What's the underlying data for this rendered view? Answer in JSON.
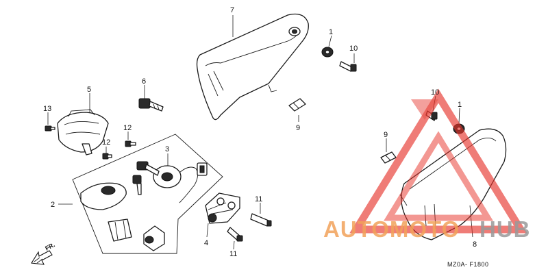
{
  "callouts": {
    "c1a": "1",
    "c1b": "1",
    "c2": "2",
    "c3": "3",
    "c4": "4",
    "c5": "5",
    "c6": "6",
    "c7": "7",
    "c8": "8",
    "c9a": "9",
    "c9b": "9",
    "c10a": "10",
    "c10b": "10",
    "c11a": "11",
    "c11b": "11",
    "c12a": "12",
    "c12b": "12",
    "c13": "13"
  },
  "direction_label": "FR.",
  "diagram_code": "MZ0A- F1800",
  "watermark": {
    "part1": "AUTOMOTO",
    "part2": "HUB",
    "color_orange": "#f2a25a",
    "color_gray": "#9a9a9a",
    "triangle_color": "#e6332a"
  }
}
